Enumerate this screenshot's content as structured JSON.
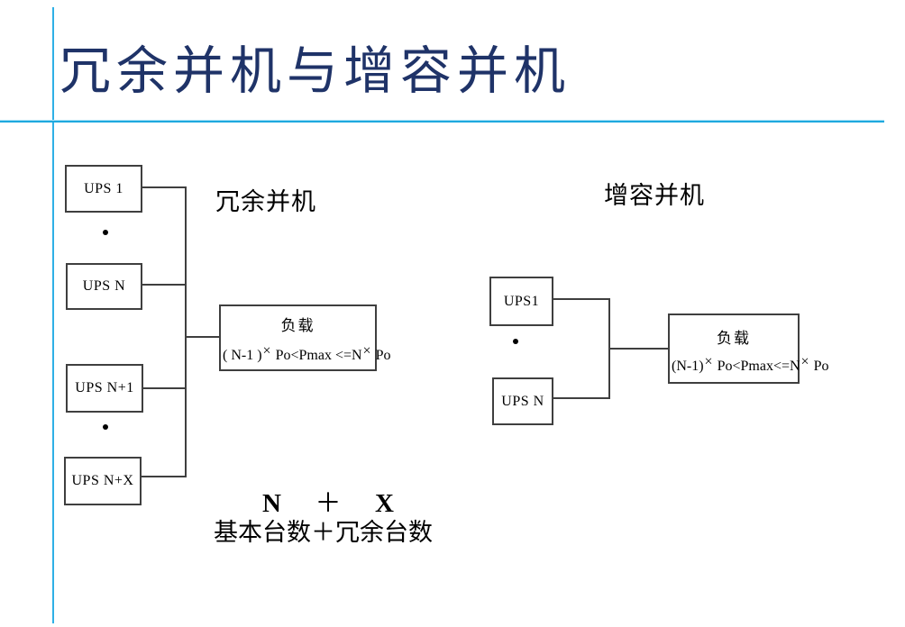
{
  "title": "冗余并机与增容并机",
  "left_diagram": {
    "label": "冗余并机",
    "ups_boxes": [
      "UPS 1",
      "UPS N",
      "UPS N+1",
      "UPS N+X"
    ],
    "load": {
      "title": "负载",
      "formula_parts": [
        "( N-1 )",
        "×",
        " Po<Pmax <=N",
        "×",
        " Po"
      ]
    }
  },
  "right_diagram": {
    "label": "增容并机",
    "ups_boxes": [
      "UPS1",
      "UPS N"
    ],
    "load": {
      "title": "负载",
      "formula_parts": [
        "(N-1)",
        "×",
        " Po<Pmax<=N",
        "×",
        " Po"
      ]
    }
  },
  "footer": {
    "n": "N",
    "plus": "＋",
    "x": "X",
    "caption": "基本台数＋冗余台数"
  },
  "colors": {
    "title_color": "#1f3368",
    "accent_line": "#2eb0e6",
    "line_color": "#3f3f3f",
    "text_color": "#000000"
  }
}
